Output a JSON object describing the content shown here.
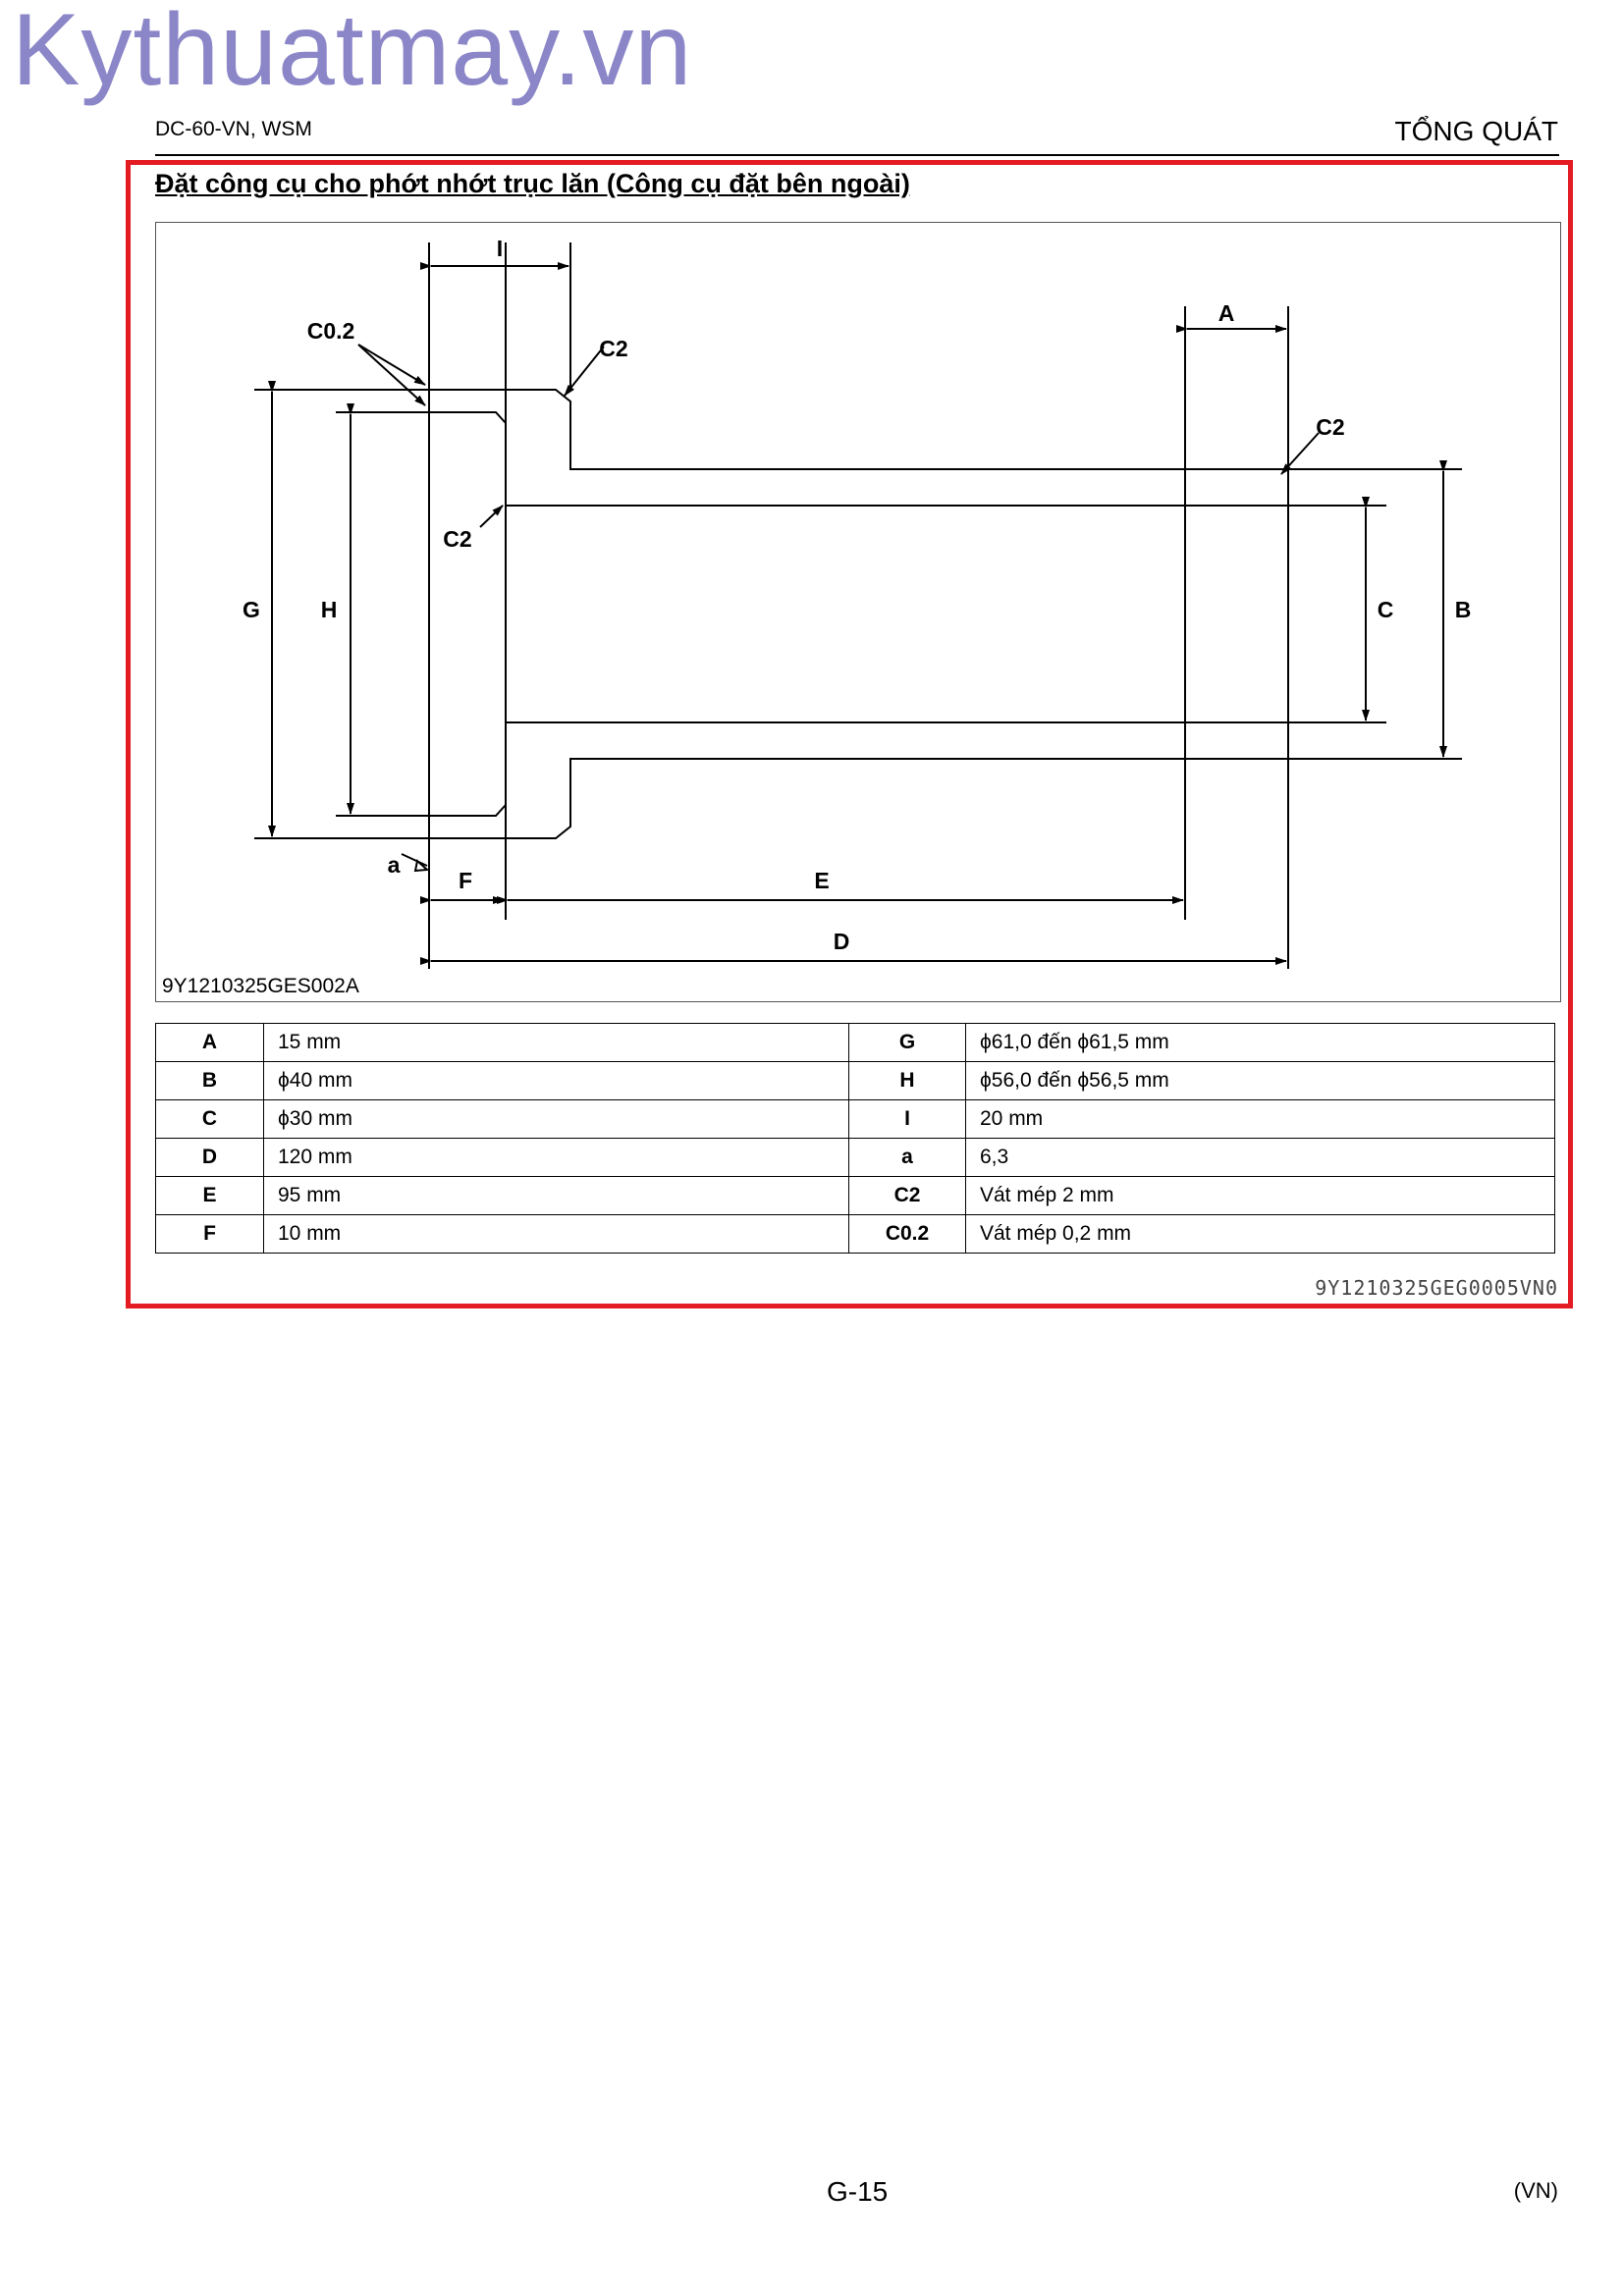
{
  "watermark": "Kythuatmay.vn",
  "header": {
    "left": "DC-60-VN, WSM",
    "right": "TỔNG QUÁT"
  },
  "section_title": "Đặt công cụ cho phớt nhớt trục lăn (Công cụ đặt bên ngoài)",
  "drawing": {
    "figure_id": "9Y1210325GES002A",
    "labels": {
      "I": "I",
      "A": "A",
      "C02": "C0.2",
      "C2_top": "C2",
      "C2_right": "C2",
      "C2_inner": "C2",
      "G": "G",
      "H": "H",
      "C": "C",
      "B": "B",
      "a": "a",
      "F": "F",
      "E": "E",
      "D": "D"
    }
  },
  "spec_table": [
    {
      "k1": "A",
      "v1": "15 mm",
      "k2": "G",
      "v2": "ϕ61,0 đến ϕ61,5 mm"
    },
    {
      "k1": "B",
      "v1": "ϕ40 mm",
      "k2": "H",
      "v2": "ϕ56,0 đến ϕ56,5 mm"
    },
    {
      "k1": "C",
      "v1": "ϕ30 mm",
      "k2": "I",
      "v2": "20 mm"
    },
    {
      "k1": "D",
      "v1": "120 mm",
      "k2": "a",
      "v2": "6,3"
    },
    {
      "k1": "E",
      "v1": "95 mm",
      "k2": "C2",
      "v2": "Vát mép 2 mm"
    },
    {
      "k1": "F",
      "v1": "10 mm",
      "k2": "C0.2",
      "v2": "Vát mép 0,2 mm"
    }
  ],
  "doc_code": "9Y1210325GEG0005VN0",
  "footer": {
    "page": "G-15",
    "lang": "(VN)"
  }
}
